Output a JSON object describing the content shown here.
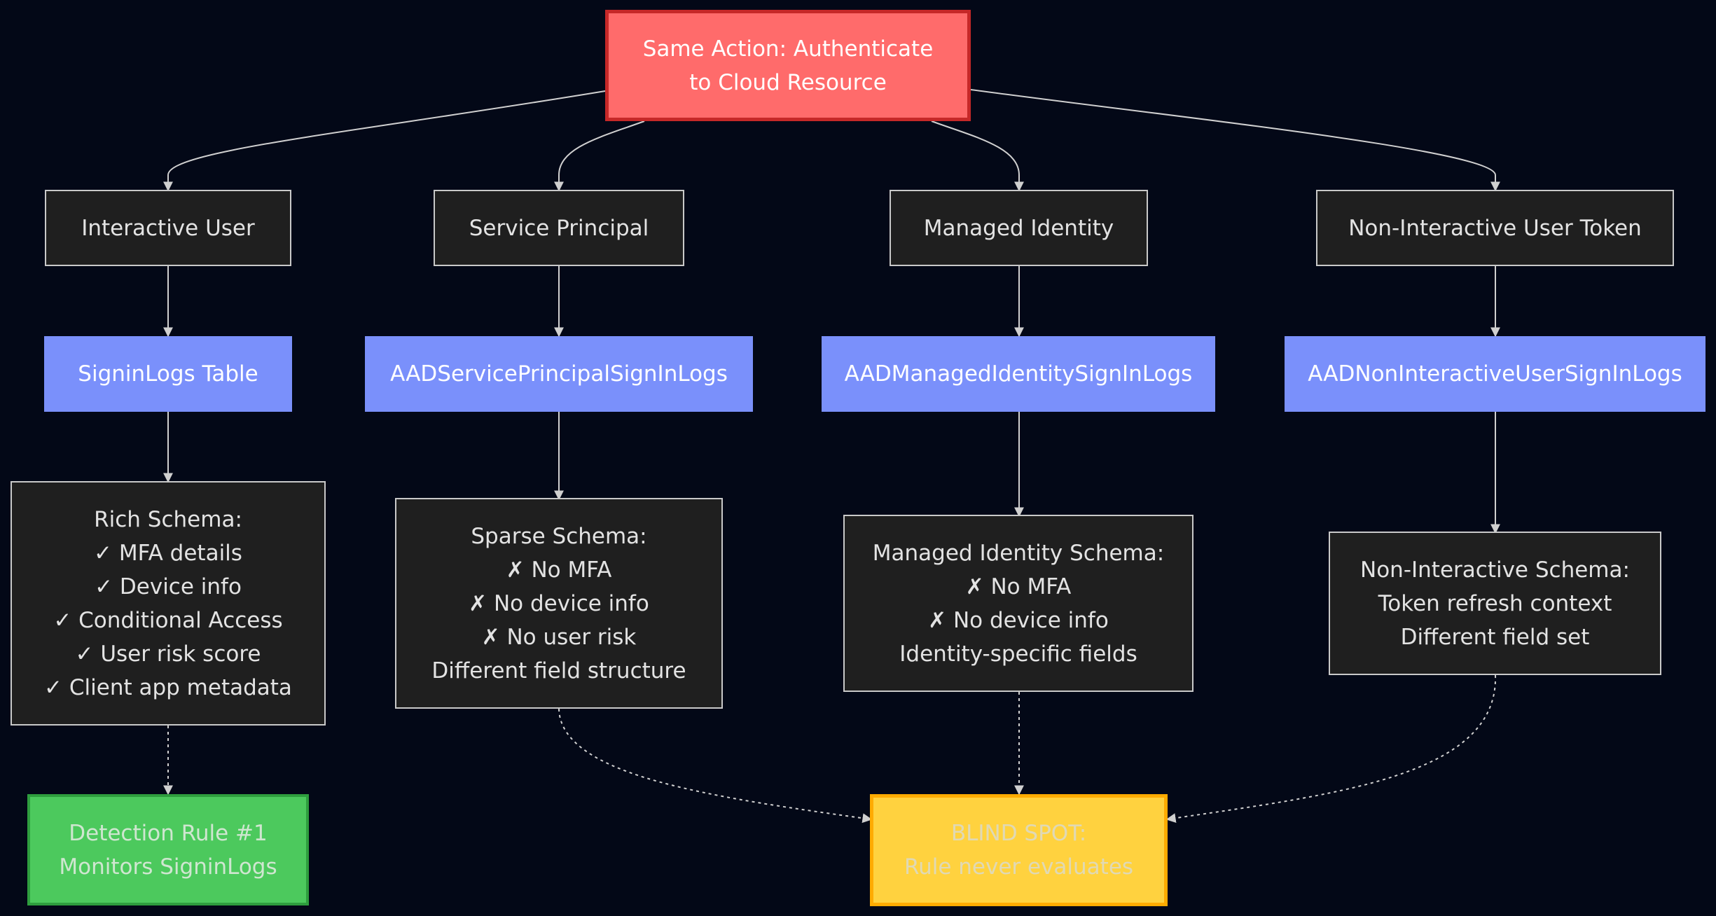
{
  "root": {
    "lines": [
      "Same Action: Authenticate",
      "to Cloud Resource"
    ]
  },
  "identities": {
    "interactive": "Interactive User",
    "service_principal": "Service Principal",
    "managed_identity": "Managed Identity",
    "non_interactive": "Non-Interactive User Token"
  },
  "tables": {
    "interactive": "SigninLogs Table",
    "service_principal": "AADServicePrincipalSignInLogs",
    "managed_identity": "AADManagedIdentitySignInLogs",
    "non_interactive": "AADNonInteractiveUserSignInLogs"
  },
  "schemas": {
    "interactive": [
      "Rich Schema:",
      "✓ MFA details",
      "✓ Device info",
      "✓ Conditional Access",
      "✓ User risk score",
      "✓ Client app metadata"
    ],
    "service_principal": [
      "Sparse Schema:",
      "✗ No MFA",
      "✗ No device info",
      "✗ No user risk",
      "Different field structure"
    ],
    "managed_identity": [
      "Managed Identity Schema:",
      "✗ No MFA",
      "✗ No device info",
      "Identity-specific fields"
    ],
    "non_interactive": [
      "Non-Interactive Schema:",
      "Token refresh context",
      "Different field set"
    ]
  },
  "detection": {
    "lines": [
      "Detection Rule #1",
      "Monitors SigninLogs"
    ]
  },
  "blind_spot": {
    "lines": [
      "BLIND SPOT:",
      "Rule never evaluates"
    ]
  },
  "colors": {
    "background": "#030817",
    "root_fill": "#ff6b6b",
    "table_fill": "#7a90fb",
    "detection_fill": "#4cc95d",
    "blind_spot_fill": "#ffd23f"
  }
}
